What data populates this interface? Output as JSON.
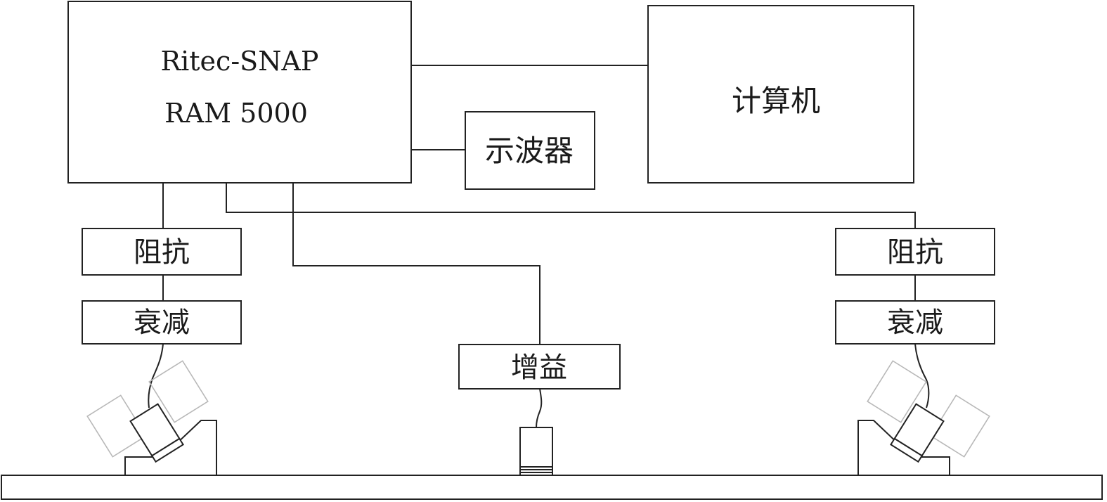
{
  "system": {
    "line1": "Ritec-SNAP",
    "line2": "RAM 5000"
  },
  "computer": {
    "label": "计算机"
  },
  "oscilloscope": {
    "label": "示波器"
  },
  "left_chain": {
    "impedance": "阻抗",
    "attenuation": "衰减"
  },
  "right_chain": {
    "impedance": "阻抗",
    "attenuation": "衰减"
  },
  "gain": {
    "label": "增益"
  }
}
